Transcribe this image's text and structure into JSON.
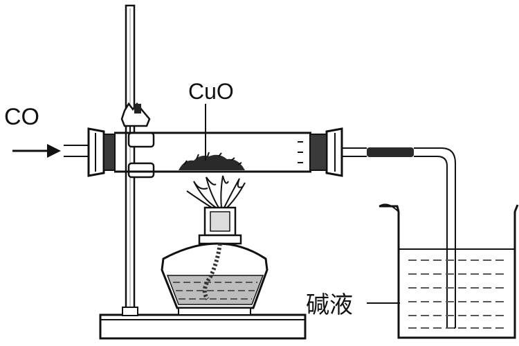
{
  "labels": {
    "inlet_gas": "CO",
    "reactant": "CuO",
    "beaker_liquid": "碱液"
  }
}
